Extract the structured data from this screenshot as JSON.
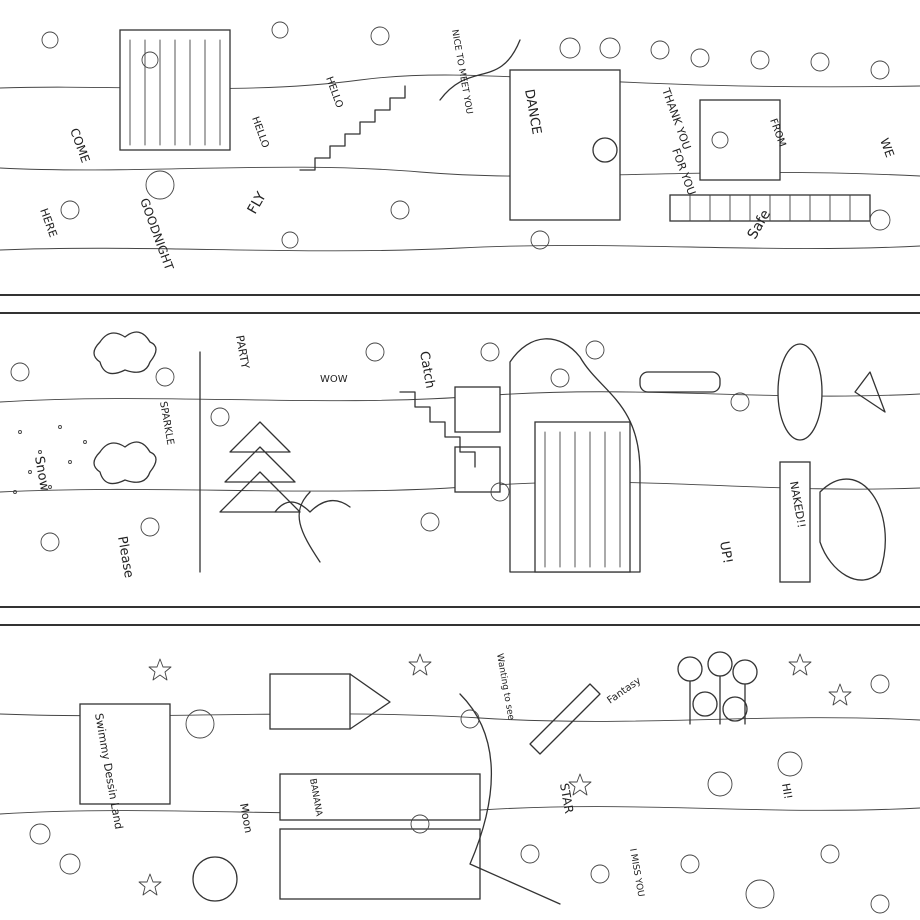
{
  "strips": [
    {
      "id": "strip-1",
      "words": [
        "HELLO",
        "HELLO",
        "NICE TO MEET YOU",
        "DANCE",
        "THANK YOU",
        "FOR YOU",
        "FROM",
        "WE",
        "COME",
        "HERE",
        "GOODNIGHT",
        "FLY",
        "Safe"
      ]
    },
    {
      "id": "strip-2",
      "words": [
        "WOW",
        "PARTY",
        "SPARKLE",
        "Catch",
        "Snow",
        "Please",
        "UP!",
        "NAKED!!"
      ]
    },
    {
      "id": "strip-3",
      "words": [
        "Swimmy Dessin Land",
        "Moon",
        "BANANA",
        "Wanting to see",
        "Fantasy",
        "STAR",
        "I MISS YOU",
        "HI!"
      ]
    }
  ]
}
